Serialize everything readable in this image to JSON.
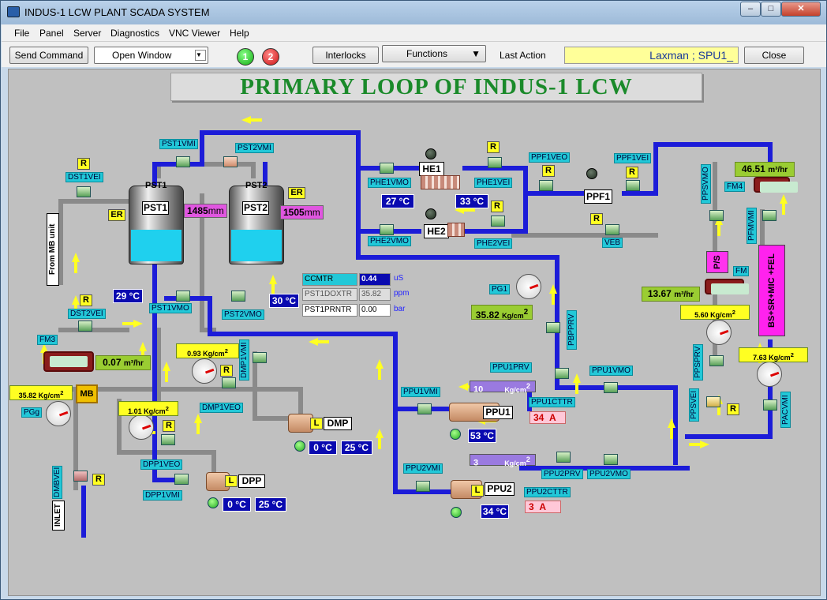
{
  "window": {
    "title": "INDUS-1 LCW PLANT SCADA SYSTEM",
    "min": "–",
    "max": "□",
    "close": "✕"
  },
  "menu": [
    "File",
    "Panel",
    "Server",
    "Diagnostics",
    "VNC Viewer",
    "Help"
  ],
  "toolbar": {
    "send": "Send Command",
    "open_window": "Open Window",
    "ind1": "1",
    "ind2": "2",
    "interlocks": "Interlocks",
    "functions": "Functions",
    "last_action_label": "Last Action",
    "last_action_value": "Laxman ; SPU1_",
    "close": "Close"
  },
  "banner": "PRIMARY LOOP OF INDUS-1 LCW",
  "colors": {
    "pipe_blue": "#1c1cd8",
    "pipe_grey": "#9a9a9a",
    "tag_cyan": "#22c8d8",
    "alarm_yellow": "#ffff22",
    "value_blue": "#0a0ab0"
  },
  "tags": {
    "pst1vmi": "PST1VMI",
    "pst2vmi": "PST2VMI",
    "dst1vei": "DST1VEI",
    "dst2vei": "DST2VEI",
    "pst1vmo": "PST1VMO",
    "pst2vmo": "PST2VMO",
    "phe1vmo": "PHE1VMO",
    "phe1vei": "PHE1VEI",
    "phe2vmo": "PHE2VMO",
    "phe2vei": "PHE2VEI",
    "ppf1veo": "PPF1VEO",
    "ppf1vei": "PPF1VEI",
    "veb": "VEB",
    "pg1": "PG1",
    "pbpprv": "PBPPRV",
    "ppu1prv": "PPU1PRV",
    "ppu1vmo": "PPU1VMO",
    "ppu1vmi": "PPU1VMI",
    "ppu1cttr": "PPU1CTTR",
    "ppu2vmi": "PPU2VMI",
    "ppu2prv": "PPU2PRV",
    "ppu2vmo": "PPU2VMO",
    "ppu2cttr": "PPU2CTTR",
    "dmp1veo": "DMP1VEO",
    "dmp1vmi": "DMP1VMI",
    "dpp1veo": "DPP1VEO",
    "dpp1vmi": "DPP1VMI",
    "dmbvei": "DMBVEI",
    "fm3": "FM3",
    "fm4": "FM4",
    "fm": "FM",
    "pgg": "PGg",
    "ppsvmo": "PPSVMO",
    "pfmvmi": "PFMVMI",
    "ppsprv": "PPSPRV",
    "ppsvei": "PPSVEI",
    "pacvmi": "PACVMI"
  },
  "equipment": {
    "pst1": "PST1",
    "pst2": "PST2",
    "he1": "HE1",
    "he2": "HE2",
    "ppf1": "PPF1",
    "ppu1": "PPU1",
    "ppu2": "PPU2",
    "dmp": "DMP",
    "dpp": "DPP",
    "mb": "MB",
    "ps": "P/S",
    "fel": "BS+SR+MIC +FEL",
    "from_mb": "From MB unit",
    "inlet": "INLET",
    "er": "ER",
    "r": "R",
    "l": "L"
  },
  "values": {
    "pst1_level": "1485",
    "pst2_level": "1505",
    "level_unit": "mm",
    "pst1_temp": "29",
    "pst2_temp": "30",
    "temp_unit": "°C",
    "he1_temp": "27",
    "he1_out": "33",
    "he2_temp": "",
    "ppu1_temp": "53",
    "ppu2_temp": "34",
    "dmp_t1": "0",
    "dmp_t2": "25",
    "dpp_t1": "0",
    "dpp_t2": "25",
    "pg1": "35.82",
    "pg1_unit": "Kg/cm",
    "pgg": "35.82",
    "pgg_unit": "Kg/cm",
    "p_093": "0.93",
    "p_101": "1.01",
    "p_560": "5.60",
    "p_763": "7.63",
    "ppu1_p": "10",
    "ppu2_p": "3",
    "ppu1_curr": "34",
    "ppu2_curr": "3",
    "amp": "A",
    "fm3_flow": "0.07",
    "fm4_flow": "46.51",
    "fm_flow": "13.67",
    "flow_unit": "m³/hr",
    "kg": "Kg/cm",
    "two": "2"
  },
  "instruments": [
    {
      "name": "CCMTR",
      "value": "0.44",
      "unit": "uS"
    },
    {
      "name": "PST1DOXTR",
      "value": "35.82",
      "unit": "ppm"
    },
    {
      "name": "PST1PRNTR",
      "value": "0.00",
      "unit": "bar"
    }
  ]
}
